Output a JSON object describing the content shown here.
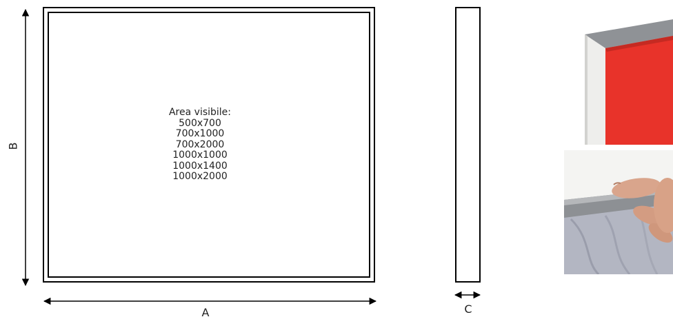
{
  "labels": {
    "a": "A",
    "b": "B",
    "c": "C"
  },
  "area": {
    "title": "Area visibile:",
    "sizes": [
      "500x700",
      "700x1000",
      "700x2000",
      "1000x1000",
      "1000x1400",
      "1000x2000"
    ]
  },
  "colors": {
    "line": "#000000",
    "panel_red": "#e8332a",
    "frame_gray": "#9a9ca0",
    "fabric": "#b9bcc6"
  },
  "icons": {
    "dimension_arrow": "double-headed-arrow"
  }
}
